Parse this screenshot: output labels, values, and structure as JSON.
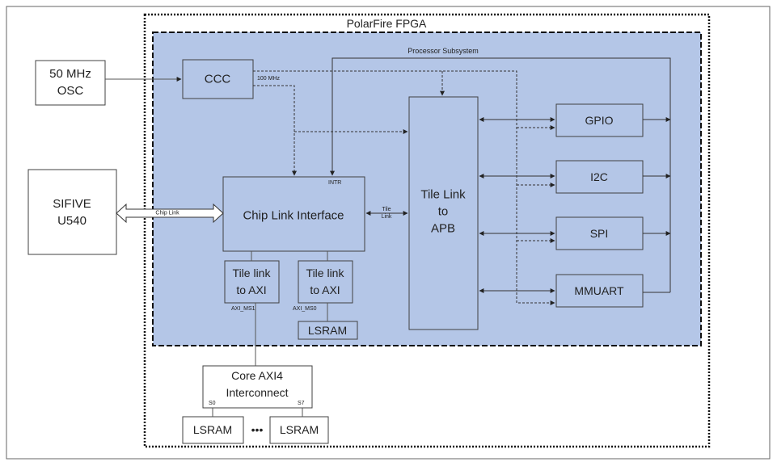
{
  "diagram": {
    "fpga_label": "PolarFire FPGA",
    "subsystem_label": "Processor Subsystem",
    "osc": {
      "line1": "50 MHz",
      "line2": "OSC"
    },
    "ccc": "CCC",
    "freq": "100 MHz",
    "sifive": {
      "line1": "SIFIVE",
      "line2": "U540"
    },
    "chip_link_bus": "Chip Link",
    "chip_link_interface": "Chip Link Interface",
    "intr": "INTR",
    "tile_link_bus": {
      "line1": "Tile",
      "line2": "Link"
    },
    "tl_apb": {
      "line1": "Tile Link",
      "line2": "to",
      "line3": "APB"
    },
    "tl_axi_1": {
      "line1": "Tile link",
      "line2": "to AXI",
      "port": "AXI_MS1"
    },
    "tl_axi_0": {
      "line1": "Tile link",
      "line2": "to AXI",
      "port": "AXI_MS0"
    },
    "lsram_internal": "LSRAM",
    "core_axi4": {
      "line1": "Core AXI4",
      "line2": "Interconnect",
      "s0": "S0",
      "s7": "S7"
    },
    "lsram_left": "LSRAM",
    "ellipsis": "•••",
    "lsram_right": "LSRAM",
    "peripherals": [
      "GPIO",
      "I2C",
      "SPI",
      "MMUART"
    ]
  },
  "colors": {
    "subsystem_fill": "#b4c6e7",
    "box_fill_inner": "#b4c6e7",
    "box_fill_outer": "#ffffff",
    "border": "#404040"
  }
}
